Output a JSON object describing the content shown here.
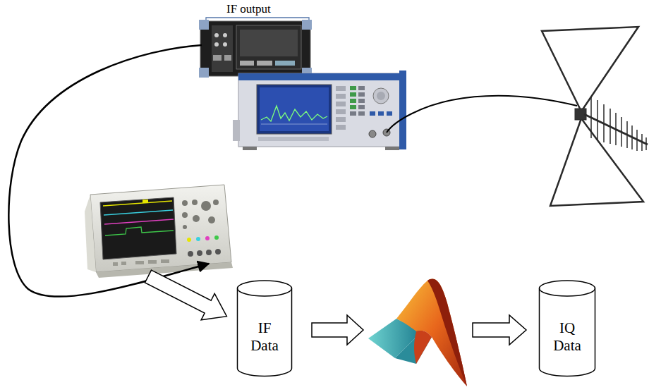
{
  "diagram": {
    "nodes": [
      {
        "text": [
          "IF Data"
        ]
      },
      {
        "text": [
          "IQ Data"
        ]
      }
    ],
    "labels": [
      "IF output"
    ]
  }
}
